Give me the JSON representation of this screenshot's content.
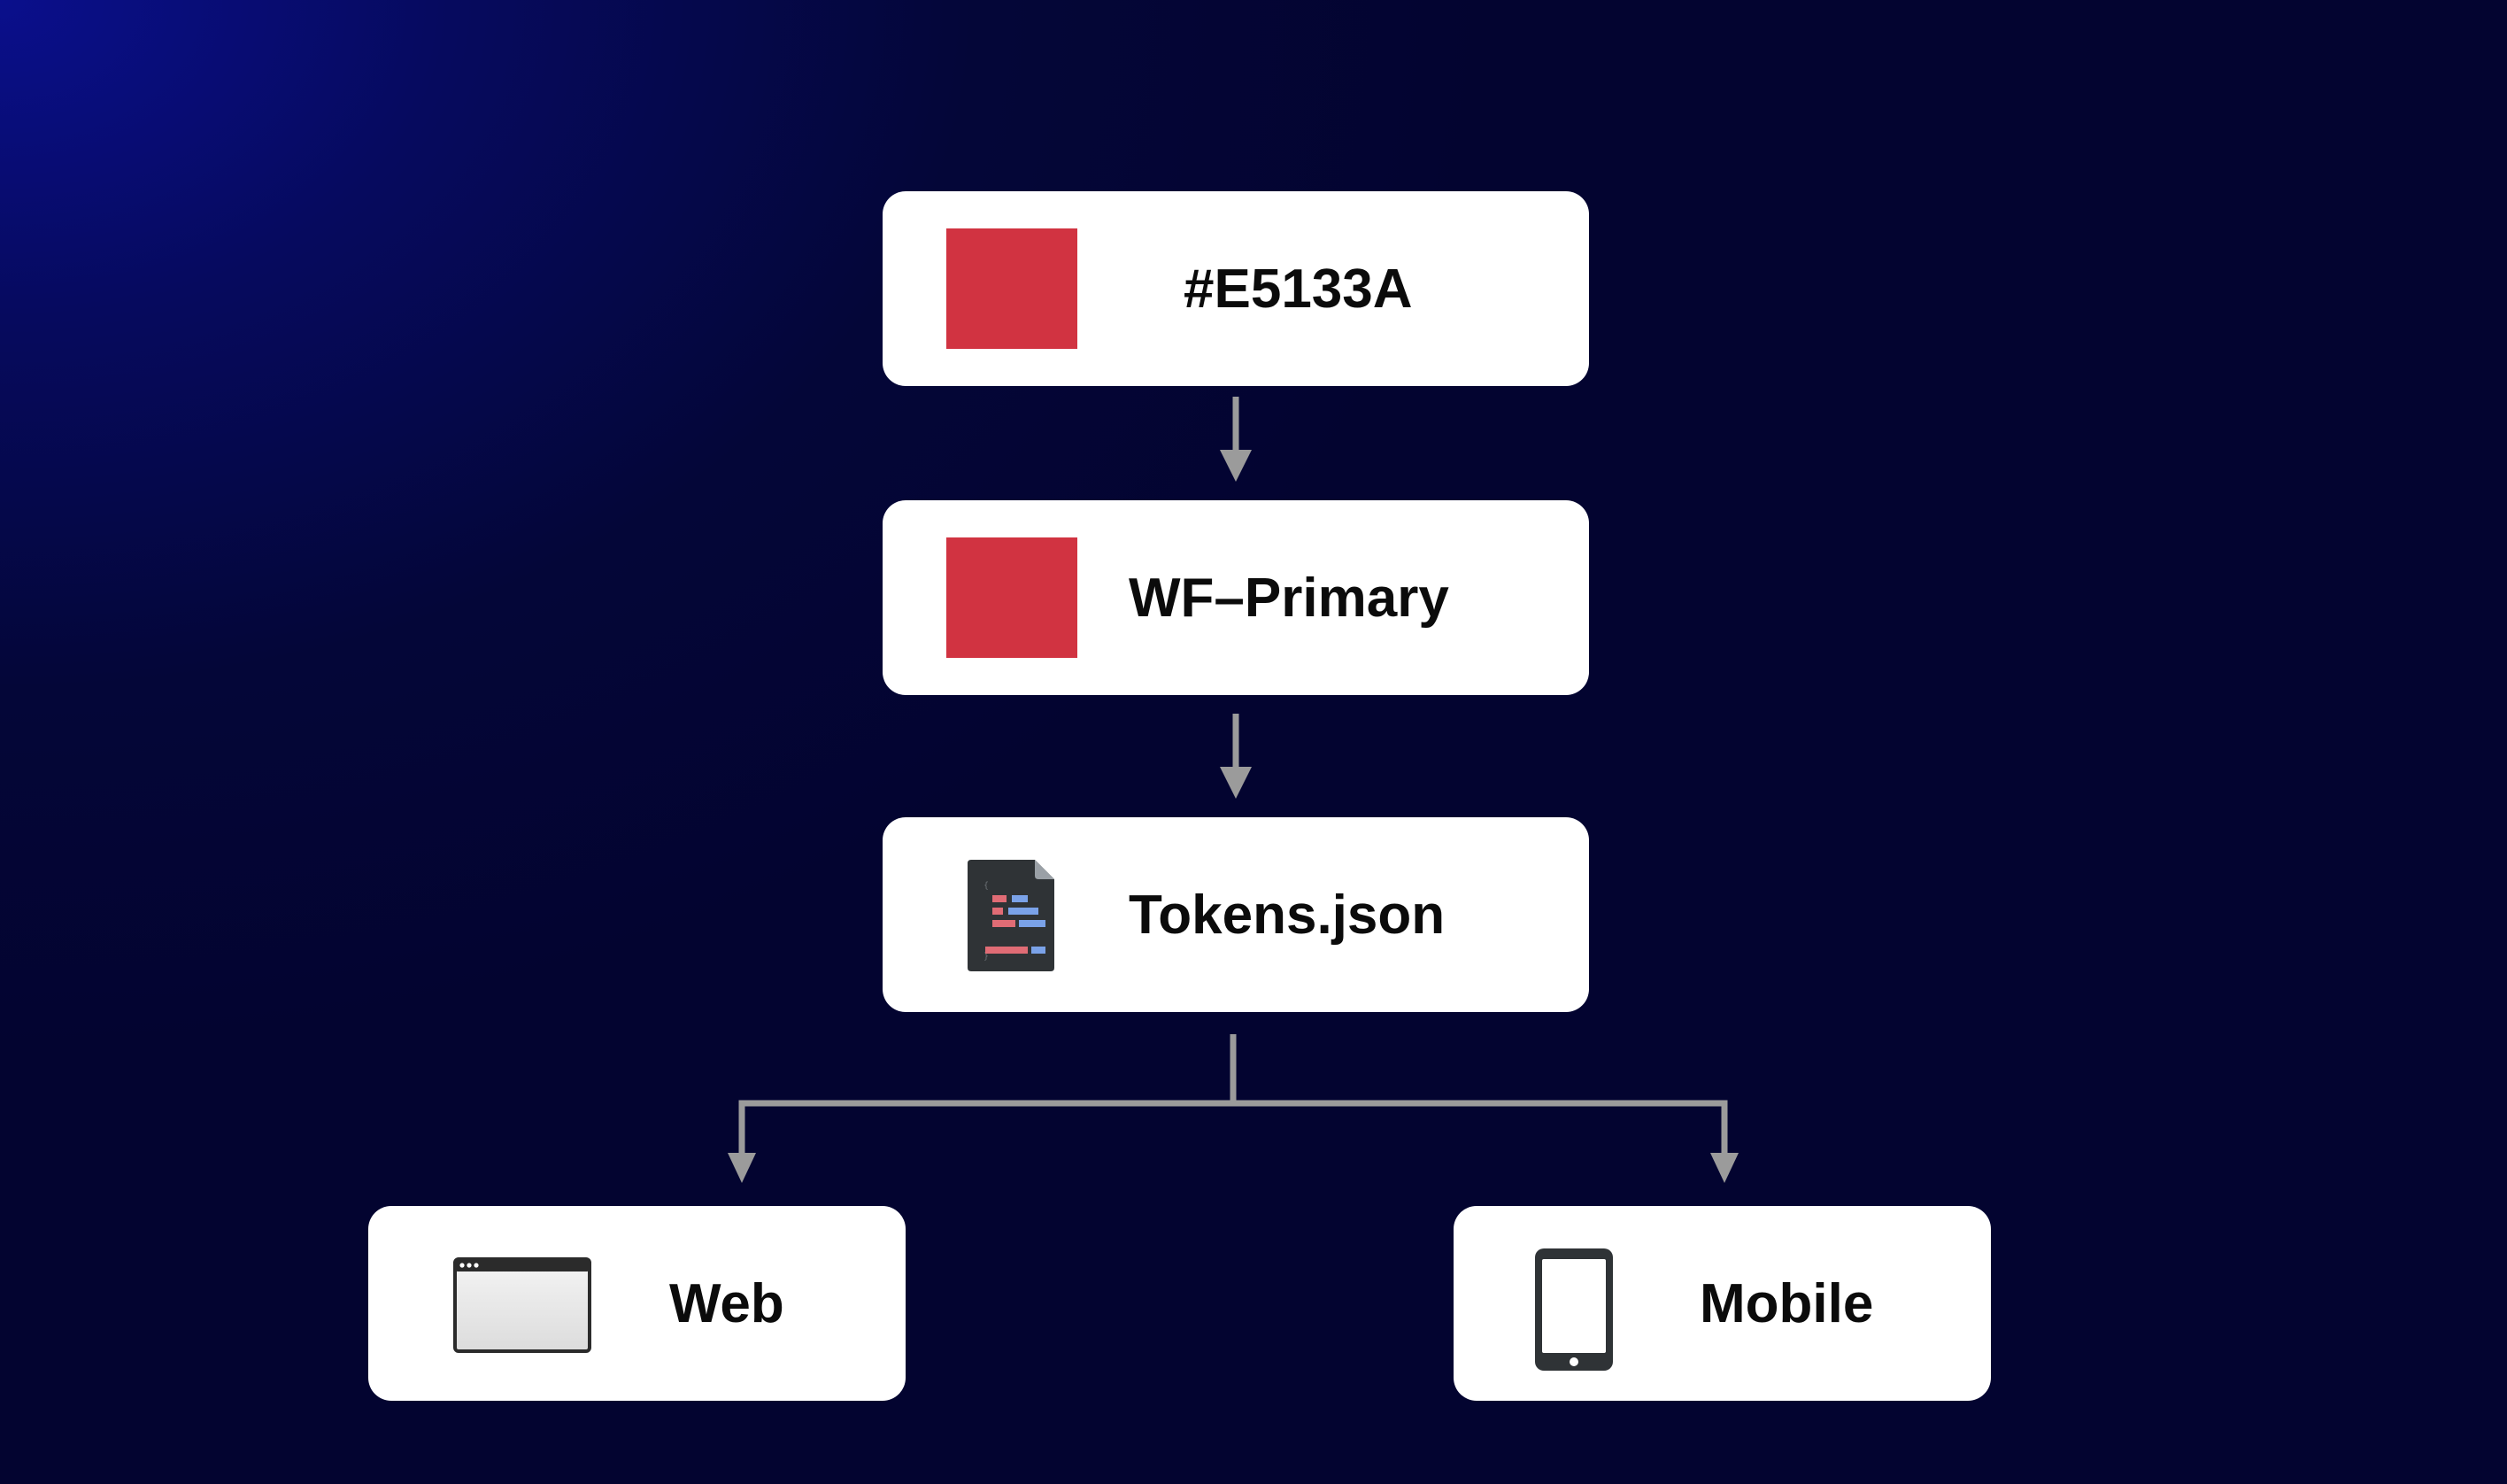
{
  "diagram": {
    "nodes": {
      "hex_value": {
        "label": "#E5133A",
        "swatch_color": "#D13341"
      },
      "token_name": {
        "label": "WF–Primary",
        "swatch_color": "#D13341"
      },
      "tokens_file": {
        "label": "Tokens.json",
        "icon": "json-file-icon"
      },
      "web": {
        "label": "Web",
        "icon": "browser-window-icon"
      },
      "mobile": {
        "label": "Mobile",
        "icon": "mobile-phone-icon"
      }
    },
    "connector_color": "#9b9b9b"
  }
}
